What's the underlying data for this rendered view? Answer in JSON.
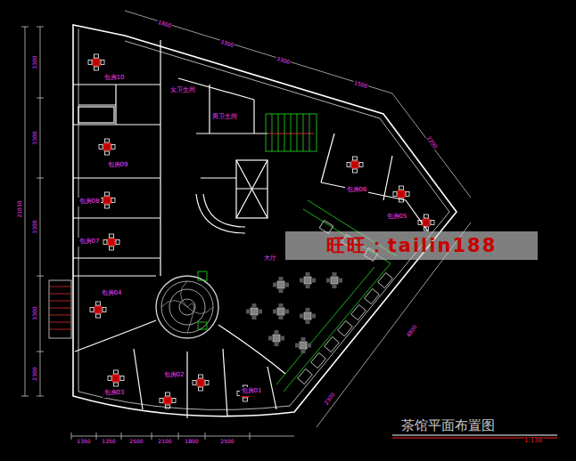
{
  "diagram": {
    "title": "茶馆平面布置图",
    "nodes": [
      {
        "text": [
          "包房10"
        ]
      },
      {
        "text": [
          "女卫生间"
        ]
      },
      {
        "text": [
          "男卫生间"
        ]
      },
      {
        "text": [
          "包房09"
        ]
      },
      {
        "text": [
          "包房06"
        ]
      },
      {
        "text": [
          "包房08"
        ]
      },
      {
        "text": [
          "包房05"
        ]
      },
      {
        "text": [
          "包房07"
        ]
      },
      {
        "text": [
          "大厅"
        ]
      },
      {
        "text": [
          "包房04"
        ]
      },
      {
        "text": [
          "包房02"
        ]
      },
      {
        "text": [
          "包房03"
        ]
      },
      {
        "text": [
          "包房01"
        ]
      }
    ],
    "labels": [
      "旺旺：tailin188",
      "1:130",
      "1350",
      "1350",
      "2500",
      "2100",
      "1800",
      "2500",
      "3300",
      "3300",
      "21030",
      "3300",
      "3300",
      "2300",
      "1800",
      "3300",
      "3300",
      "1500",
      "2200",
      "4800",
      "2300"
    ]
  }
}
